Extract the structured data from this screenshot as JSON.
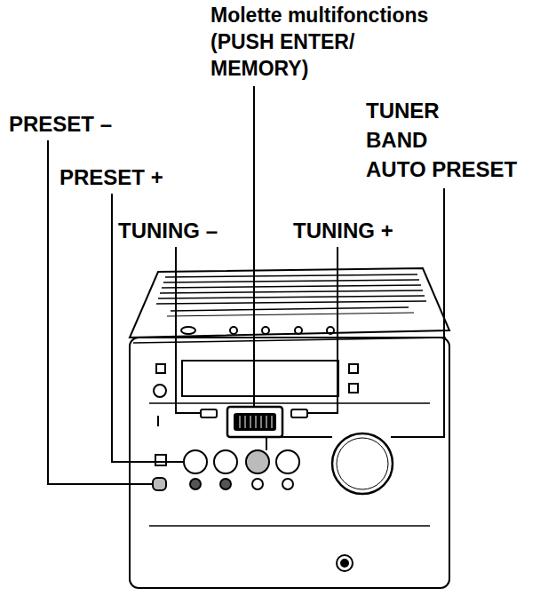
{
  "diagram": {
    "labels": [
      "Molette multifonctions (PUSH ENTER/ MEMORY)",
      "PRESET –",
      "PRESET +",
      "TUNING –",
      "TUNING +",
      "TUNER BAND AUTO PRESET"
    ]
  }
}
